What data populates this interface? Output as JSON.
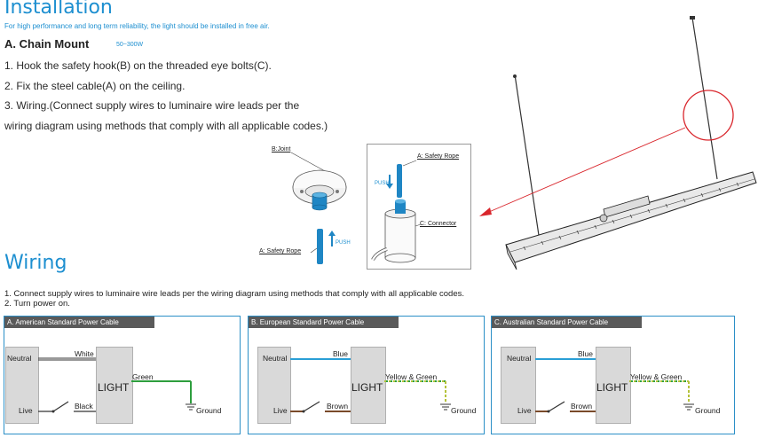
{
  "installation": {
    "title": "Installation",
    "subtitle": "For high performance and long term reliability, the light should be installed in free air.",
    "section_a": "A. Chain Mount",
    "wattage": "50~300W",
    "steps": [
      "1. Hook the safety hook(B) on the threaded eye bolts(C).",
      "2. Fix the steel cable(A) on the ceiling.",
      "3. Wiring.(Connect supply wires to luminaire wire leads per the",
      "wiring diagram using methods that comply with all applicable codes.)"
    ],
    "diagram_labels": {
      "joint": "B:Joint",
      "safety_rope_bottom": "A: Safety Rope",
      "push_bottom": "PUSH",
      "safety_rope_top": "A: Safety Rope",
      "push_top": "PUSH",
      "connector": "C: Connector"
    }
  },
  "wiring": {
    "title": "Wiring",
    "steps": [
      "1. Connect supply wires to luminaire wire leads per the wiring diagram using methods that comply with all applicable codes.",
      "2. Turn power on."
    ],
    "panels": [
      {
        "title": "A. American Standard Power Cable",
        "neutral": "Neutral",
        "live": "Live",
        "light": "LIGHT",
        "top_wire": "White",
        "bottom_wire": "Black",
        "ground_wire": "Green",
        "ground": "Ground"
      },
      {
        "title": "B. European Standard Power Cable",
        "neutral": "Neutral",
        "live": "Live",
        "light": "LIGHT",
        "top_wire": "Blue",
        "bottom_wire": "Brown",
        "ground_wire": "Yellow & Green",
        "ground": "Ground"
      },
      {
        "title": "C. Australian Standard Power Cable",
        "neutral": "Neutral",
        "live": "Live",
        "light": "LIGHT",
        "top_wire": "Blue",
        "bottom_wire": "Brown",
        "ground_wire": "Yellow & Green",
        "ground": "Ground"
      }
    ]
  },
  "colors": {
    "accent_blue": "#1d8fd0",
    "panel_border": "#2b8fc7",
    "highlight_red": "#d9262c",
    "wire_blue": "#2a9fd6",
    "wire_brown": "#7a4a2a",
    "wire_green": "#2e9e3e",
    "wire_yellow_green": "#b5c23a"
  }
}
